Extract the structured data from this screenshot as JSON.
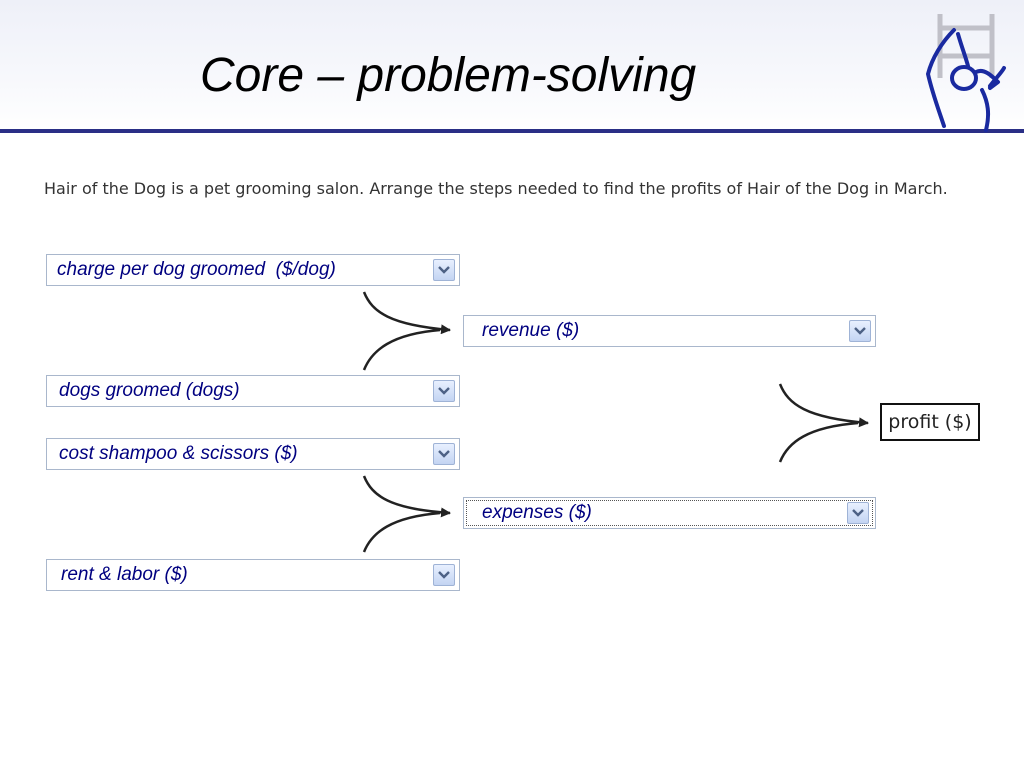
{
  "slide": {
    "title": "Core – problem-solving",
    "logo_icon": "ladder-person-logo-icon"
  },
  "problem": {
    "instructions": "Hair of the Dog is a pet grooming salon. Arrange the steps needed to find the profits of Hair of the Dog in March."
  },
  "dropdowns": {
    "charge": "charge per dog groomed  ($/dog)",
    "revenue": "revenue ($)",
    "dogs": "dogs groomed (dogs)",
    "cost": "cost shampoo & scissors ($)",
    "expenses": "expenses ($)",
    "rent": "rent & labor ($)"
  },
  "result": {
    "profit": "profit ($)"
  },
  "colors": {
    "header_rule": "#2a2f86",
    "dropdown_text": "#000080",
    "dropdown_border": "#a9b7cc",
    "logo": "#1a2aa0"
  }
}
